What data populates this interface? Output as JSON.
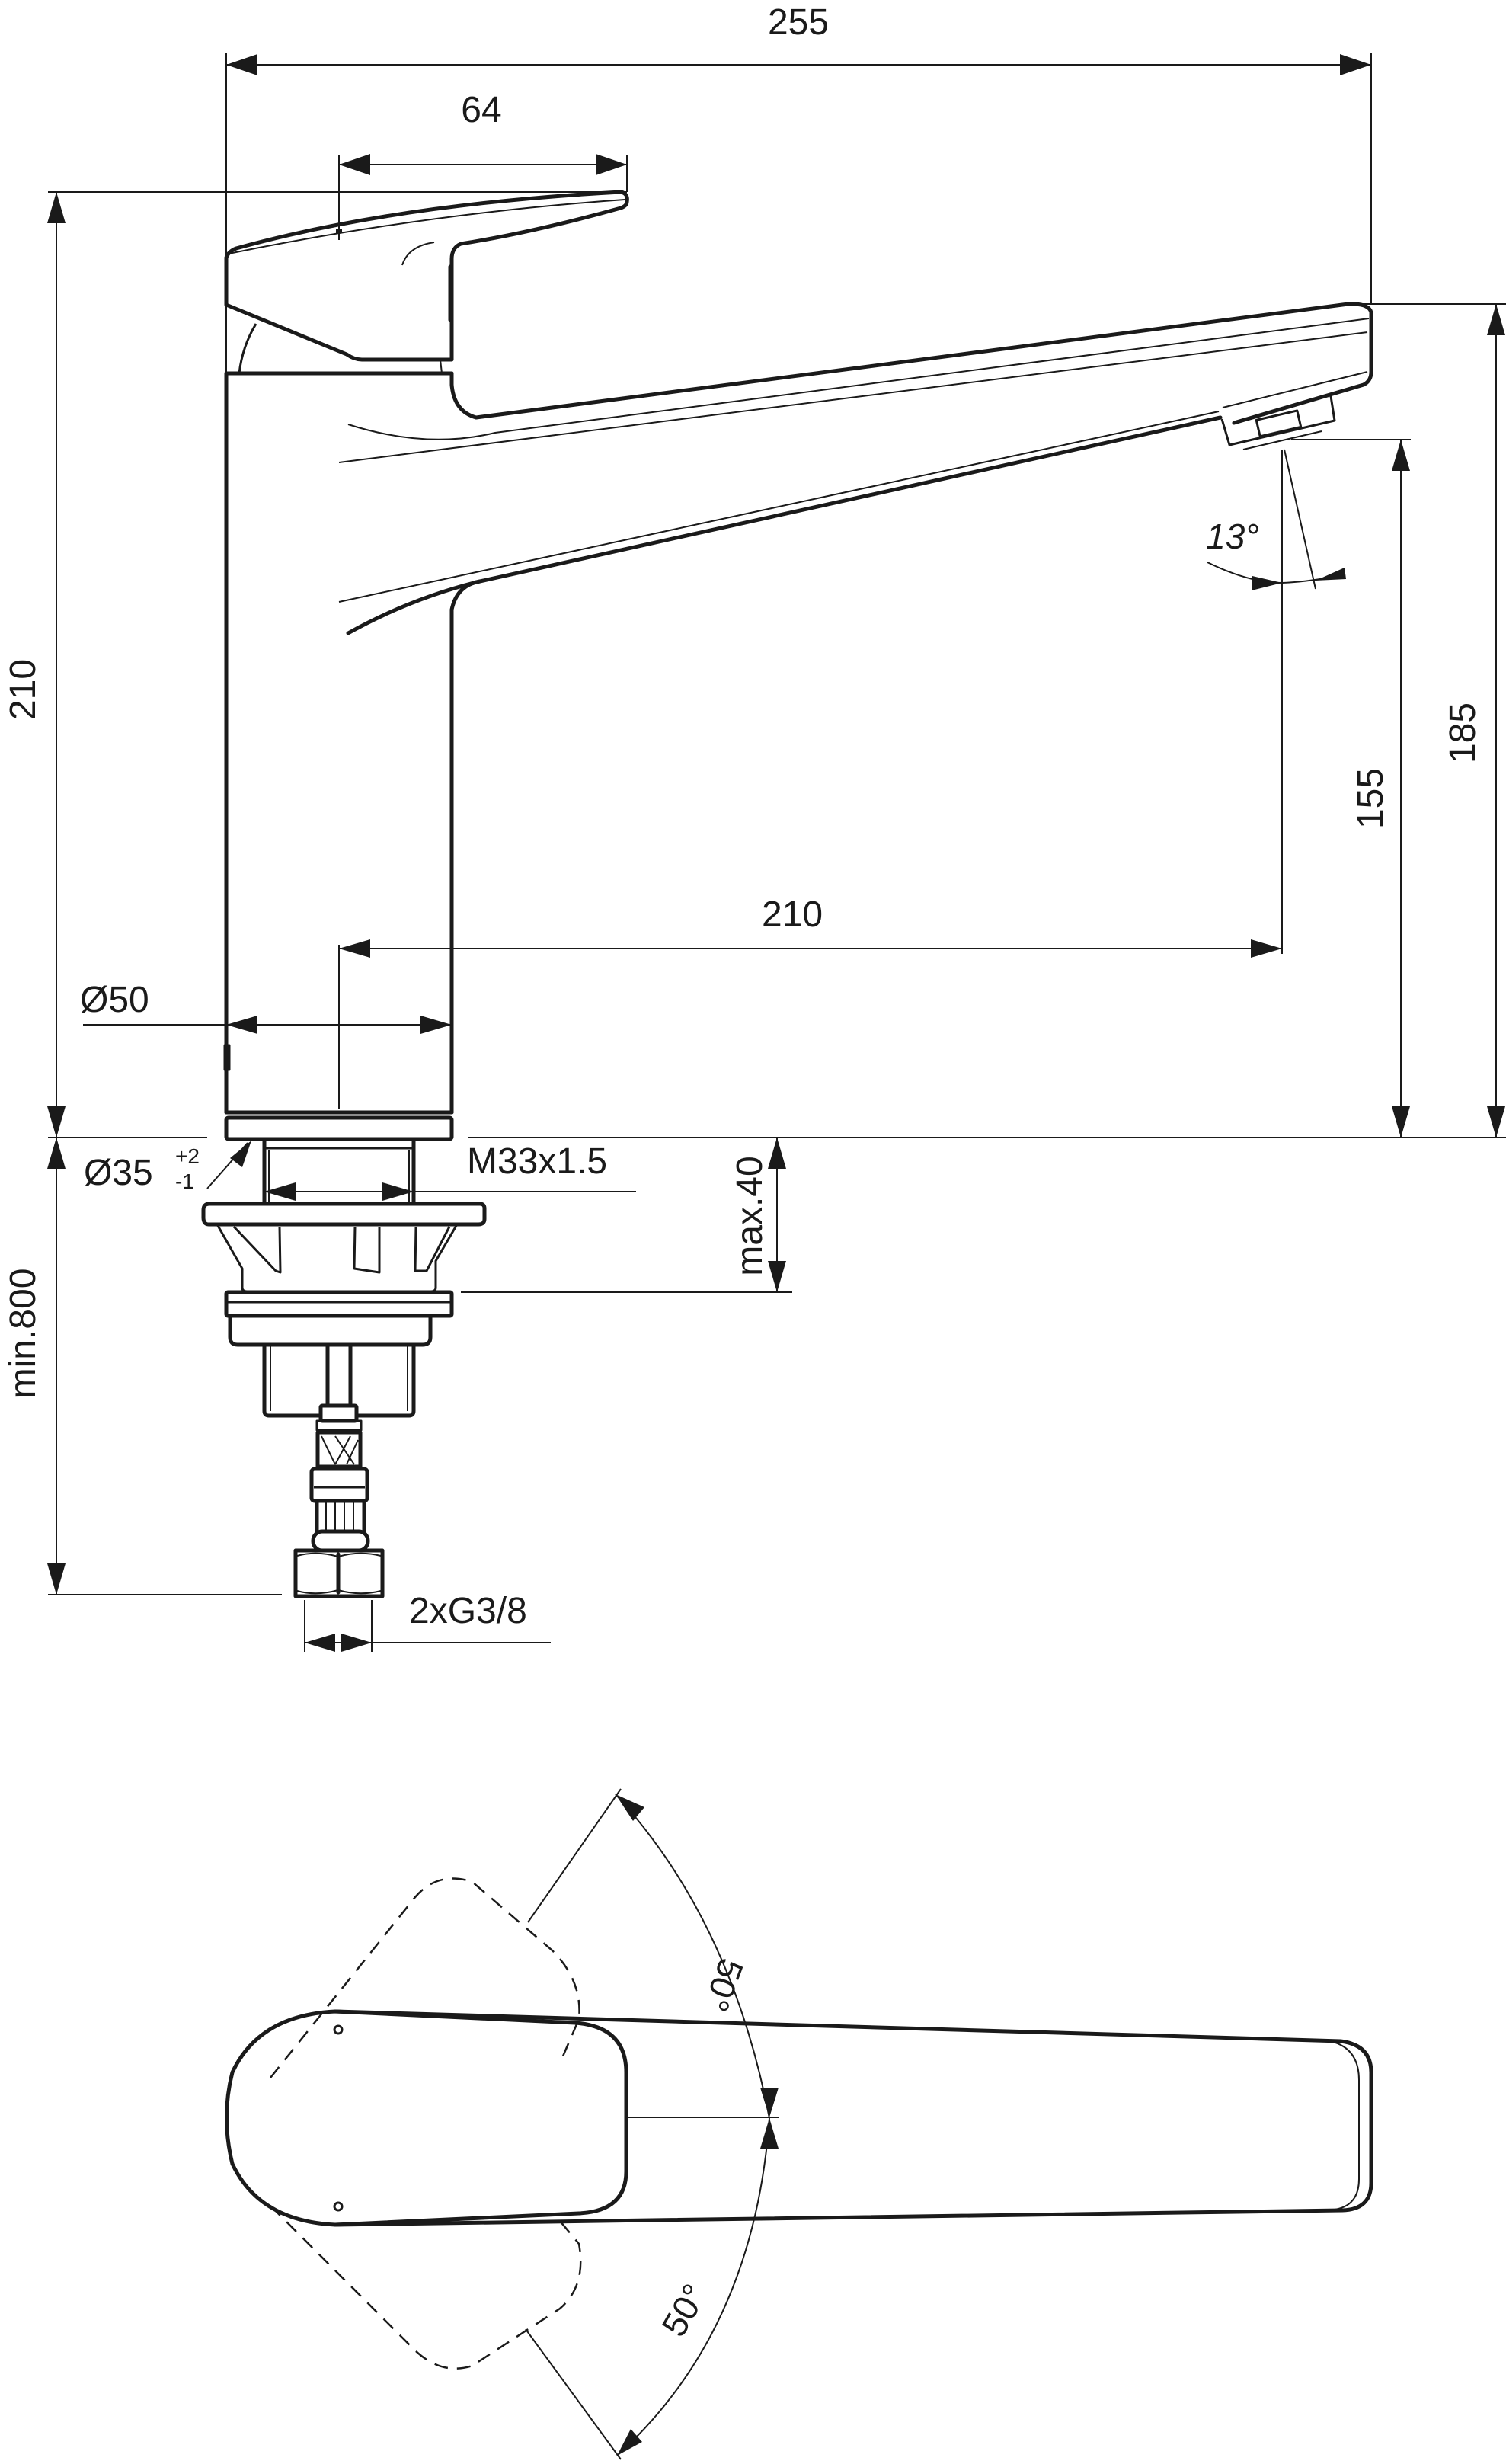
{
  "drawing": {
    "title": "Kitchen mixer technical dimension drawing",
    "line_color": "#1a1a1a",
    "background": "#ffffff"
  },
  "side_view": {
    "dimensions": {
      "overall_width": "255",
      "lever_reach": "64",
      "overall_height": "210",
      "spout_reach": "210",
      "spout_outlet_height": "155",
      "spout_top_height": "185",
      "body_diameter": "Ø50",
      "spout_angle": "13°",
      "hole_diameter": "Ø35",
      "hole_tolerance_upper": "+2",
      "hole_tolerance_lower": "-1",
      "thread": "M33x1.5",
      "max_deck_thickness": "max.40",
      "min_hose_length": "min.800",
      "connection": "2xG3/8"
    }
  },
  "top_view": {
    "dimensions": {
      "lever_rotation_upper": "50°",
      "lever_rotation_lower": "50°"
    }
  }
}
